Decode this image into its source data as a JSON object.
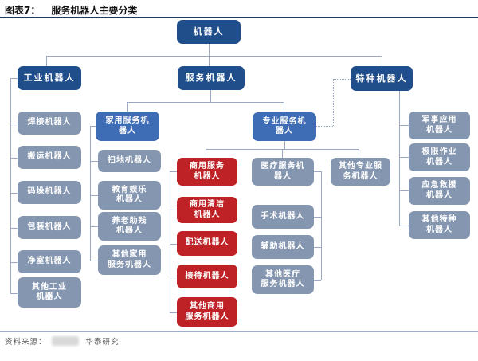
{
  "header": {
    "figure_label": "图表7：",
    "figure_title": "服务机器人主要分类"
  },
  "colors": {
    "level1_dark_blue": "#1F4E8B",
    "level2_mid_blue": "#3E6CB5",
    "child_gray_blue": "#8496B0",
    "highlight_red": "#BE2126",
    "connector": "#9AA8C4",
    "title_rule": "#1F3864",
    "footer_rule": "#9FADCB"
  },
  "nodes": {
    "root": {
      "label": "机器人",
      "style": "dark"
    },
    "industrial": {
      "label": "工业机器人",
      "style": "dark"
    },
    "service": {
      "label": "服务机器人",
      "style": "dark"
    },
    "special": {
      "label": "特种机器人",
      "style": "dark"
    },
    "household": {
      "label": "家用服务机\n器人",
      "style": "mid"
    },
    "professional": {
      "label": "专业服务机\n器人",
      "style": "mid"
    },
    "welding": {
      "label": "焊接机器人",
      "style": "gray"
    },
    "transport": {
      "label": "搬运机器人",
      "style": "gray"
    },
    "palletizing": {
      "label": "码垛机器人",
      "style": "gray"
    },
    "packaging": {
      "label": "包装机器人",
      "style": "gray"
    },
    "cleanroom": {
      "label": "净室机器人",
      "style": "gray"
    },
    "other_industrial": {
      "label": "其他工业\n机器人",
      "style": "gray"
    },
    "sweeping": {
      "label": "扫地机器人",
      "style": "gray"
    },
    "edu_entertainment": {
      "label": "教育娱乐\n机器人",
      "style": "gray"
    },
    "eldercare": {
      "label": "养老助残\n机器人",
      "style": "gray"
    },
    "other_household": {
      "label": "其他家用\n服务机器人",
      "style": "gray"
    },
    "commercial_service": {
      "label": "商用服务\n机器人",
      "style": "red"
    },
    "commercial_cleaning": {
      "label": "商用清洁\n机器人",
      "style": "red"
    },
    "delivery": {
      "label": "配送机器人",
      "style": "red"
    },
    "reception": {
      "label": "接待机器人",
      "style": "red"
    },
    "other_commercial": {
      "label": "其他商用\n服务机器人",
      "style": "red"
    },
    "medical_service": {
      "label": "医疗服务机\n器人",
      "style": "gray"
    },
    "surgical": {
      "label": "手术机器人",
      "style": "gray"
    },
    "assistive": {
      "label": "辅助机器人",
      "style": "gray"
    },
    "other_medical": {
      "label": "其他医疗\n服务机器人",
      "style": "gray"
    },
    "other_professional": {
      "label": "其他专业服\n务机器人",
      "style": "gray"
    },
    "military": {
      "label": "军事应用\n机器人",
      "style": "gray"
    },
    "extreme_operation": {
      "label": "极限作业\n机器人",
      "style": "gray"
    },
    "emergency_rescue": {
      "label": "应急救援\n机器人",
      "style": "gray"
    },
    "other_special": {
      "label": "其他特种\n机器人",
      "style": "gray"
    }
  },
  "footer": {
    "source_label": "资料来源：",
    "source_org": "华泰研究"
  }
}
